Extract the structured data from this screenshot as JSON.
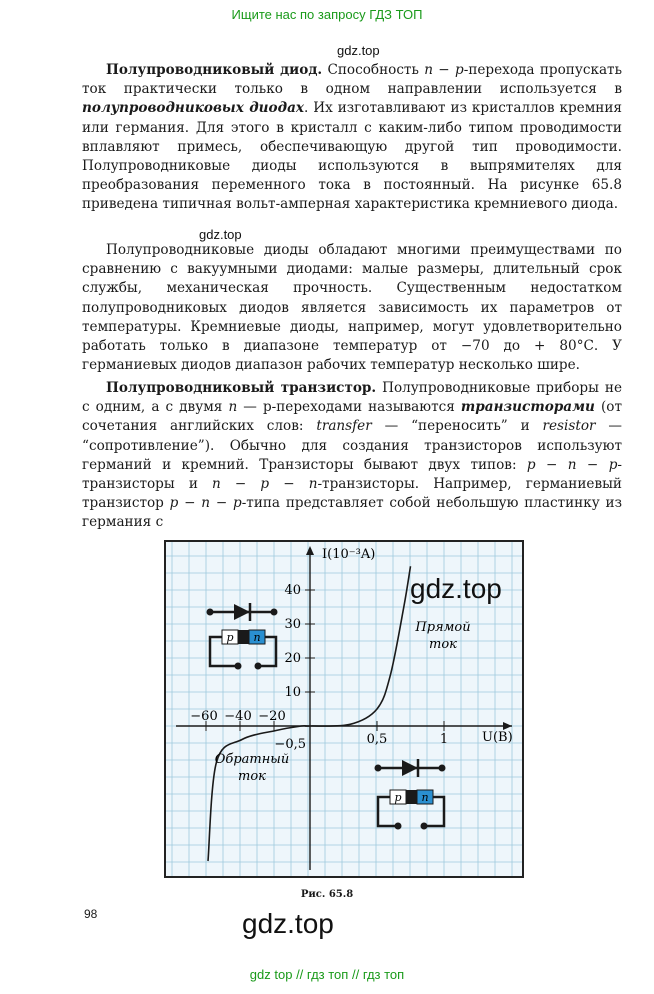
{
  "header": {
    "search_hint": "Ищите нас по запросу ГДЗ ТОП"
  },
  "watermarks": {
    "top": "gdz.top",
    "mid": "gdz.top",
    "figure": "gdz.top",
    "bottom": "gdz.top"
  },
  "paragraphs": {
    "p1": {
      "heading": "Полупроводниковый диод.",
      "text_a": " Способность ",
      "formula_a": "n − p",
      "text_b": "-перехода пропускать ток практически только в одном направлении используется в ",
      "term": "полупроводниковых диодах",
      "text_c": ". Их изготавливают из кристаллов кремния или германия. Для этого в кристалл с каким-либо типом проводимости вплавляют примесь, обеспечивающую другой тип проводимости. Полупроводниковые диоды используются в выпрямителях для преобразования переменного тока в постоянный. На рисунке 65.8 приведена типичная вольт-амперная характеристика кремниевого диода."
    },
    "p2": {
      "text": "Полупроводниковые диоды обладают многими преимуществами по сравнению с вакуумными диодами: малые размеры, длительный срок службы, механическая прочность. Существенным недостатком полупроводниковых диодов является зависимость их параметров от температуры. Кремниевые диоды, например, могут удовлетворительно работать только в диапазоне температур от −70 до + 80°С. У германиевых диодов диапазон рабочих температур несколько шире."
    },
    "p3": {
      "heading": "Полупроводниковый транзистор.",
      "text_a": " Полупроводниковые приборы не с одним, а с двумя ",
      "formula_a": "n",
      "text_b": " — p-переходами называются ",
      "term": "транзисторами",
      "text_c": " (от сочетания английских слов: ",
      "word1": "transfer",
      "text_d": " — “переносить” и ",
      "word2": "resistor",
      "text_e": " — “сопротивление”). Обычно для создания транзисторов используют германий и кремний. Транзисторы бывают двух типов: ",
      "formula_b": "p − n − p",
      "text_f": "-транзисторы и ",
      "formula_c": "n − p − n",
      "text_g": "-транзисторы. Например, германиевый транзистор ",
      "formula_d": "p − n − p",
      "text_h": "-типа представляет собой небольшую пластинку из германия с"
    }
  },
  "figure": {
    "y_axis_label": "I(10⁻³A)",
    "x_axis_label": "U(B)",
    "forward_label_1": "Прямой",
    "forward_label_2": "ток",
    "reverse_label_1": "Обратный",
    "reverse_label_2": "ток",
    "p_label": "p",
    "n_label": "n",
    "y_ticks": [
      "40",
      "30",
      "20",
      "10"
    ],
    "x_ticks_neg": [
      "−60",
      "−40",
      "−20"
    ],
    "x_ticks_pos": [
      "0,5",
      "1"
    ],
    "neg_y_tick": "−0,5",
    "colors": {
      "grid": "#9ec8de",
      "n_region": "#2a8fd0",
      "curve": "#1a1a1a"
    }
  },
  "chart_data": {
    "type": "line",
    "title": "",
    "xlabel": "U(B)",
    "ylabel": "I(10⁻³A)",
    "forward_branch": {
      "x": [
        0,
        0.3,
        0.5,
        0.6,
        0.7,
        0.75
      ],
      "y": [
        0,
        0.5,
        5,
        15,
        35,
        47
      ]
    },
    "reverse_branch": {
      "x": [
        -5,
        -20,
        -40,
        -55,
        -60
      ],
      "y": [
        0,
        -0.1,
        -0.3,
        -0.8,
        -3
      ]
    }
  },
  "caption": "Рис. 65.8",
  "page_number": "98",
  "footer": {
    "link1": "gdz top",
    "sep1": "//",
    "link2": "гдз топ",
    "sep2": "//",
    "link3": "гдз топ"
  }
}
